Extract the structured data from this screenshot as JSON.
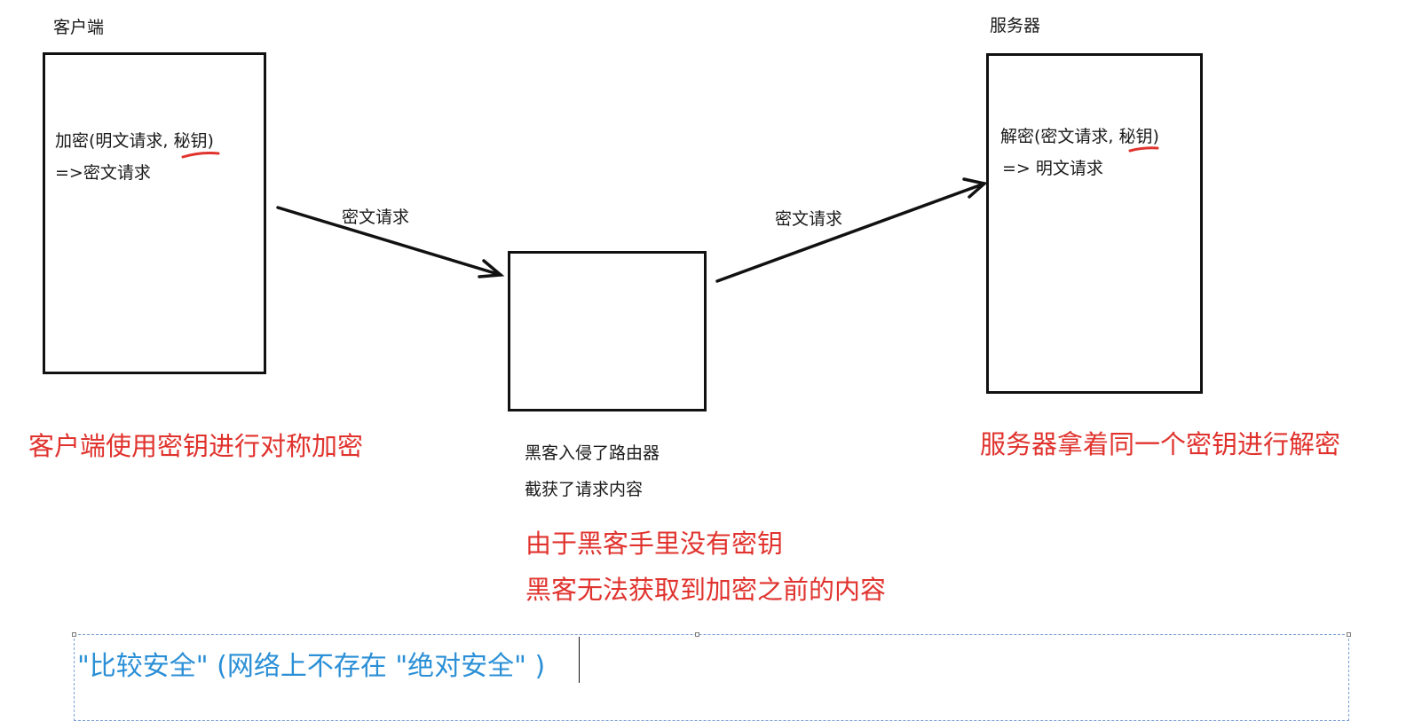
{
  "client": {
    "title": "客户端",
    "line1_prefix": "加密(明文请求, ",
    "line1_key": "秘钥",
    "line1_suffix": ")",
    "line2": "=>密文请求",
    "caption": "客户端使用密钥进行对称加密"
  },
  "server": {
    "title": "服务器",
    "line1_prefix": "解密(密文请求, ",
    "line1_key": "秘钥",
    "line1_suffix": ")",
    "line2": "=> 明文请求",
    "caption": "服务器拿着同一个密钥进行解密"
  },
  "router": {
    "note_line1": "黑客入侵了路由器",
    "note_line2": "截获了请求内容",
    "caption_line1": "由于黑客手里没有密钥",
    "caption_line2": "黑客无法获取到加密之前的内容"
  },
  "arrows": {
    "left_label": "密文请求",
    "right_label": "密文请求"
  },
  "textbox": {
    "text": "\"比较安全\" (网络上不存在 \"绝对安全\" )"
  },
  "colors": {
    "annotation_red": "#e0332e",
    "textbox_blue": "#2a8fd6",
    "stroke": "#111111"
  }
}
